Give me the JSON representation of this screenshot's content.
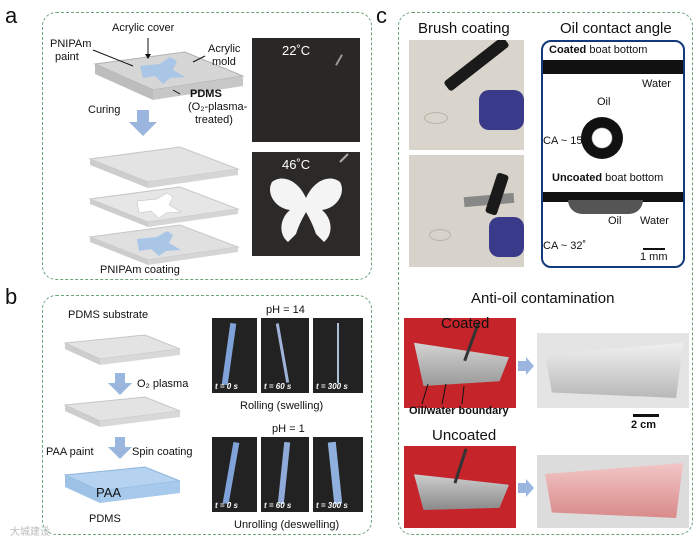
{
  "panels": {
    "a": {
      "letter": "a",
      "labels": {
        "acrylic_cover": "Acrylic cover",
        "pnipam_paint_1": "PNIPAm",
        "pnipam_paint_2": "paint",
        "acrylic_mold_1": "Acrylic",
        "acrylic_mold_2": "mold",
        "pdms": "PDMS",
        "pdms_treat_1": "(O₂-plasma-",
        "pdms_treat_2": "treated)",
        "curing": "Curing",
        "pnipam_coating": "PNIPAm coating",
        "temp_cold": "22˚C",
        "temp_hot": "46˚C"
      }
    },
    "b": {
      "letter": "b",
      "labels": {
        "pdms_substrate": "PDMS substrate",
        "o2_plasma": "O₂ plasma",
        "paa_paint": "PAA paint",
        "spin_coating": "Spin coating",
        "paa": "PAA",
        "pdms": "PDMS",
        "ph_14": "pH = 14",
        "ph_1": "pH = 1",
        "rolling": "Rolling (swelling)",
        "unrolling": "Unrolling (deswelling)"
      },
      "frames_top": [
        "t = 0 s",
        "t = 60 s",
        "t = 300 s"
      ],
      "frames_bottom": [
        "t = 0 s",
        "t = 60 s",
        "t = 300 s"
      ]
    },
    "c": {
      "letter": "c",
      "labels": {
        "brush_coating": "Brush coating",
        "oil_contact_angle": "Oil contact angle",
        "coated_bold": "Coated",
        "coated_rest": " boat bottom",
        "water_1": "Water",
        "oil_1": "Oil",
        "ca_1": "CA ~ 158˚",
        "uncoated_bold": "Uncoated",
        "uncoated_rest": " boat bottom",
        "oil_2": "Oil",
        "water_2": "Water",
        "ca_2": "CA ~ 32˚",
        "scale_1mm": "1 mm",
        "anti_oil": "Anti-oil contamination",
        "coated": "Coated",
        "uncoated": "Uncoated",
        "boundary": "Oil/water boundary",
        "scale_2cm": "2 cm"
      }
    }
  },
  "watermark": "大城建设",
  "colors": {
    "panel_border": "#6aa37a",
    "arrow": "#9ab6de",
    "pnipam_blue": "#a9c6e6",
    "paa_blue": "#b5d3f0",
    "inset_border": "#123a7a",
    "red_bg": "#c4242a"
  }
}
